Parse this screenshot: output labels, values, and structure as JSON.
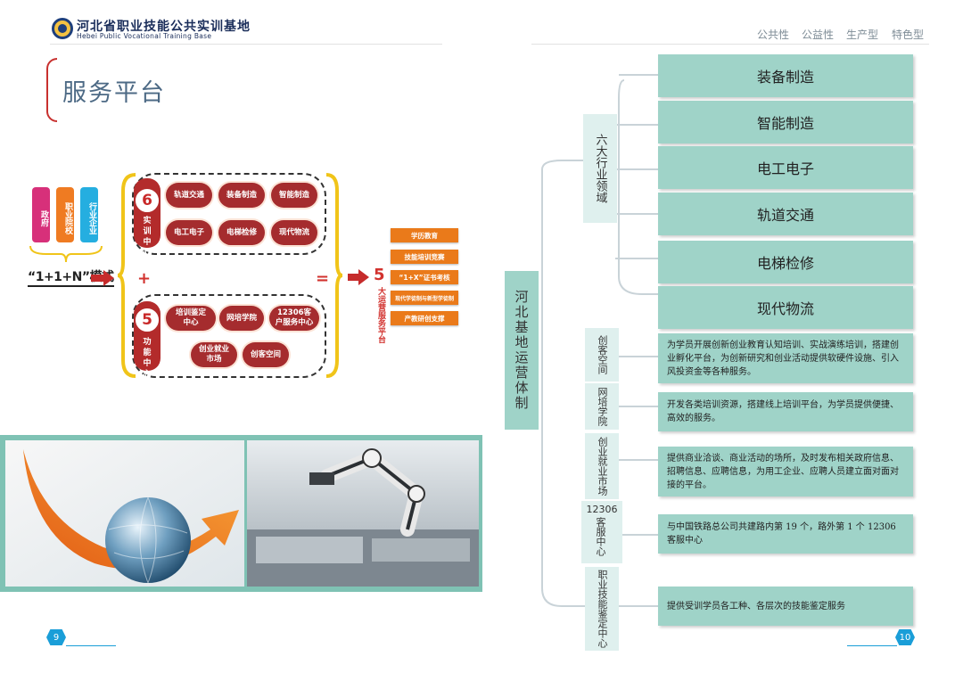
{
  "header": {
    "org_name_cn": "河北省职业技能公共实训基地",
    "org_name_en": "Hebei Public Vocational Training Base",
    "tags": [
      "公共性",
      "公益性",
      "生产型",
      "特色型"
    ]
  },
  "left_page": {
    "title": "服务平台",
    "partners": [
      "政府",
      "职业院校",
      "行业企业"
    ],
    "model_label": "“1+1+N”模式",
    "plus_sign": "+",
    "equals_sign": "=",
    "training": {
      "count": "6",
      "label": "实训中心",
      "items": [
        "轨道交通",
        "装备制造",
        "智能制造",
        "电工电子",
        "电梯检修",
        "现代物流"
      ]
    },
    "functional": {
      "count": "5",
      "label": "功能中心",
      "items": [
        "培训鉴定中心",
        "网培学院",
        "12306客户服务中心",
        "创业就业市场",
        "创客空间"
      ]
    },
    "result": {
      "count": "5",
      "label": "大运营服务平台",
      "items": [
        "学历教育",
        "技能培训竞赛",
        "“1+X”证书考核",
        "现代学徒制与新型学徒制",
        "产教研创支撑"
      ]
    },
    "page_number": "9"
  },
  "right_page": {
    "root_label": "河北基地运营体制",
    "industry_group_label": "六大行业领域",
    "industries": [
      "装备制造",
      "智能制造",
      "电工电子",
      "轨道交通",
      "电梯检修",
      "现代物流"
    ],
    "centers": [
      {
        "name": "创客空间",
        "desc": "为学员开展创新创业教育认知培训、实战演练培训，搭建创业孵化平台，为创新研究和创业活动提供软硬件设施、引入风投资金等各种服务。"
      },
      {
        "name": "网培学院",
        "desc": "开发各类培训资源，搭建线上培训平台，为学员提供便捷、高效的服务。"
      },
      {
        "name": "创业就业市场",
        "desc": "提供商业洽谈、商业活动的场所，及时发布相关政府信息、招聘信息、应聘信息，为用工企业、应聘人员建立面对面对接的平台。"
      },
      {
        "name_top": "12306",
        "name": "客服中心",
        "desc": "与中国铁路总公司共建路内第 19 个，路外第 1 个 12306 客服中心"
      },
      {
        "name": "职业技能鉴定中心",
        "desc": "提供受训学员各工种、各层次的技能鉴定服务"
      }
    ],
    "page_number": "10"
  },
  "colors": {
    "teal": "#9fd3c8",
    "red": "#a52c2e",
    "orange": "#ea7a1a",
    "gold": "#f0c419",
    "blue": "#1a9ed8"
  }
}
